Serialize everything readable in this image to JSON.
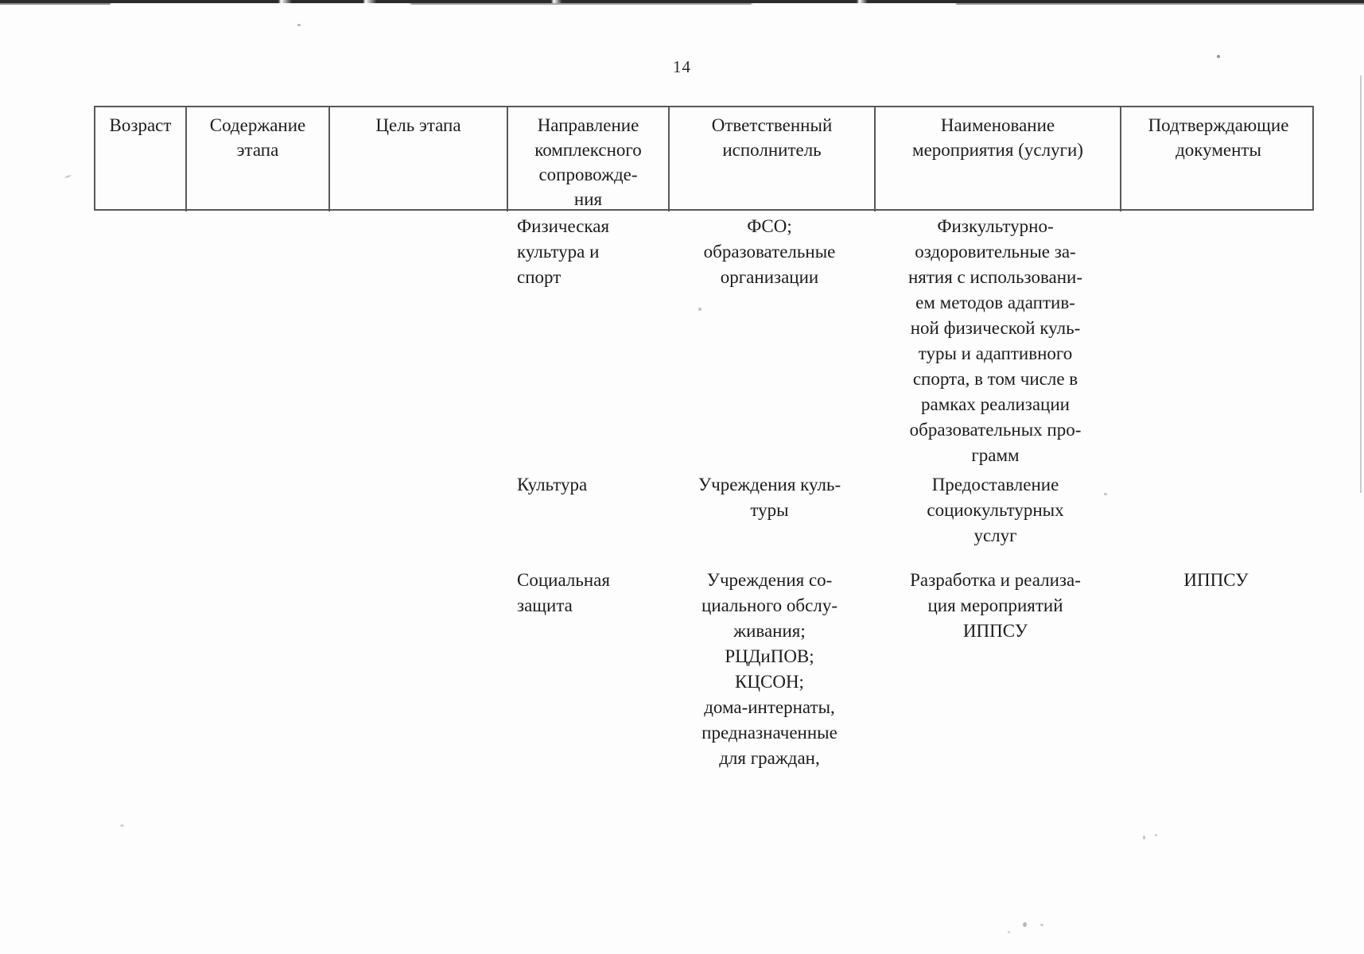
{
  "page": {
    "number": "14"
  },
  "table": {
    "headers": [
      "Возраст",
      "Содержание\nэтапа",
      "Цель этапа",
      "Направление\nкомплексного\nсопровожде-\nния",
      "Ответственный\nисполнитель",
      "Наименование\nмероприятия (услуги)",
      "Подтверждающие\nдокументы"
    ],
    "rows": [
      {
        "age": "",
        "stage_content": "",
        "stage_goal": "",
        "direction": "Физическая\nкультура и\nспорт",
        "executor": "ФСО;\nобразовательные\nорганизации",
        "activity": "Физкультурно-\nоздоровительные за-\nнятия с использовани-\nем методов адаптив-\nной физической куль-\nтуры и адаптивного\nспорта, в том числе в\nрамках реализации\nобразовательных про-\nграмм",
        "documents": ""
      },
      {
        "age": "",
        "stage_content": "",
        "stage_goal": "",
        "direction": "Культура",
        "executor": "Учреждения куль-\nтуры",
        "activity": "Предоставление\nсоциокультурных\nуслуг",
        "documents": ""
      },
      {
        "age": "",
        "stage_content": "",
        "stage_goal": "",
        "direction": "Социальная\nзащита",
        "executor": "Учреждения со-\nциального обслу-\nживания;\nРЦДиПОВ;\nКЦСОН;\nдома-интернаты,\nпредназначенные\nдля граждан,",
        "activity": "Разработка и реализа-\nция мероприятий\nИППСУ",
        "documents": "ИППСУ"
      }
    ]
  }
}
